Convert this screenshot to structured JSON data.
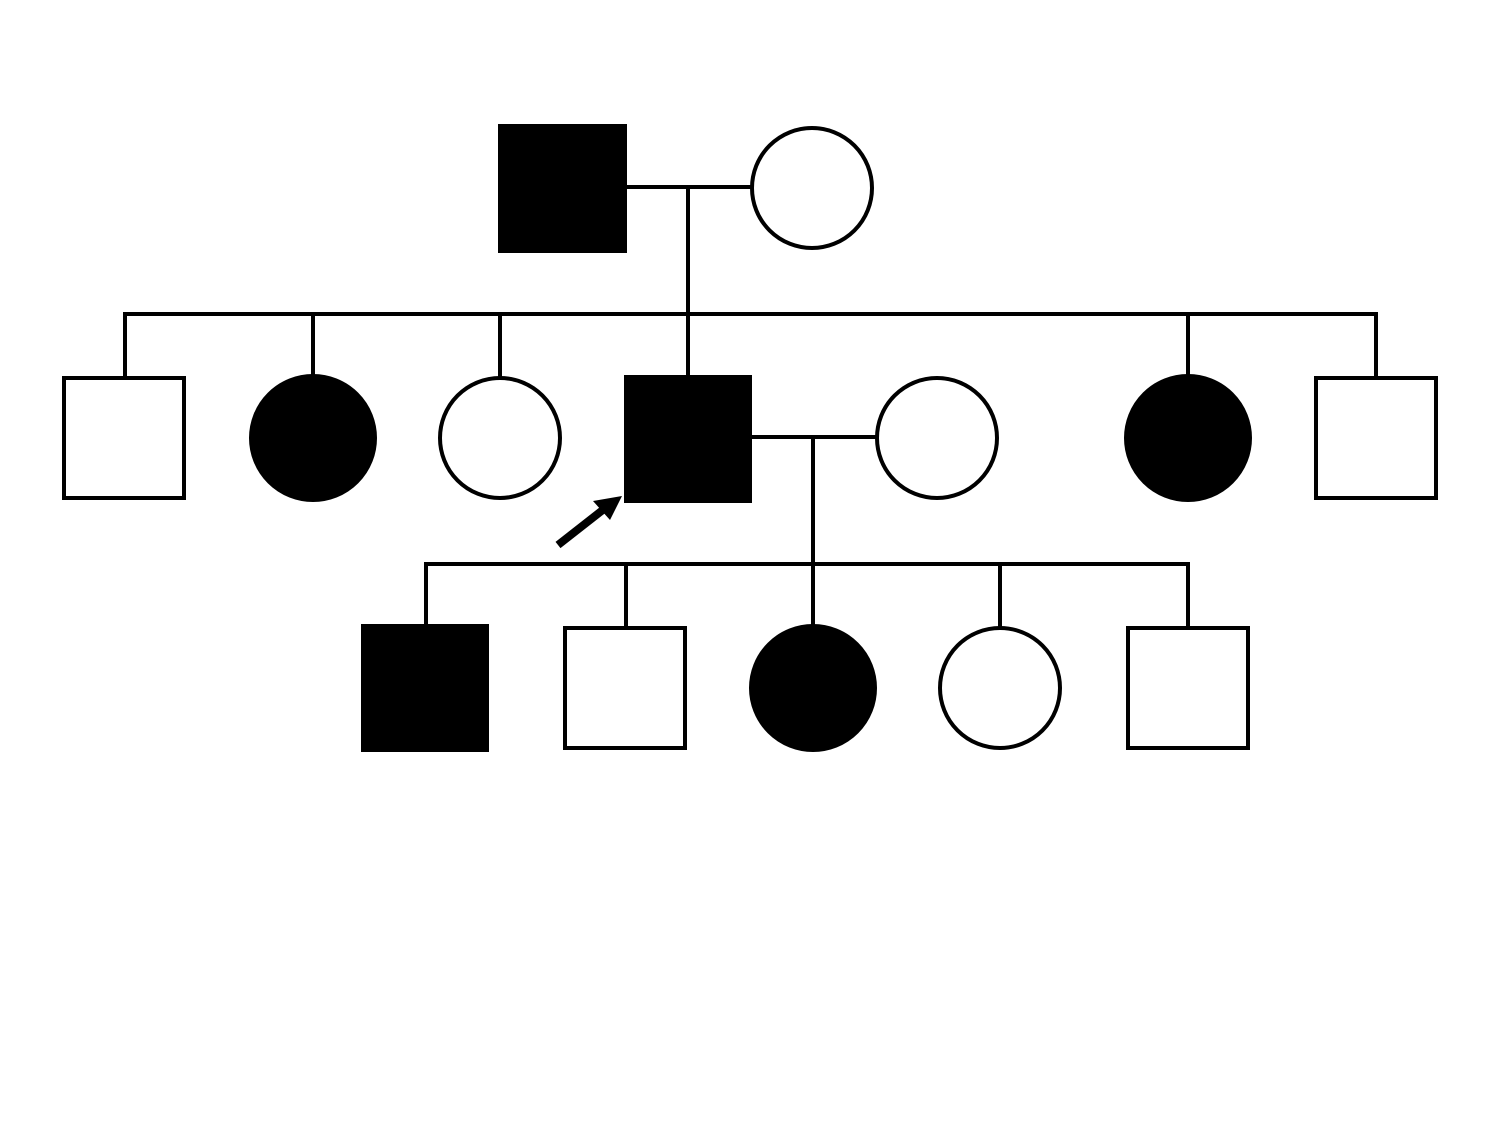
{
  "pedigree": {
    "generations": [
      {
        "members": [
          {
            "id": "I-1",
            "sex": "male",
            "affected": true
          },
          {
            "id": "I-2",
            "sex": "female",
            "affected": false
          }
        ]
      },
      {
        "members": [
          {
            "id": "II-1",
            "sex": "male",
            "affected": false
          },
          {
            "id": "II-2",
            "sex": "female",
            "affected": true
          },
          {
            "id": "II-3",
            "sex": "female",
            "affected": false
          },
          {
            "id": "II-4",
            "sex": "male",
            "affected": true,
            "proband": true
          },
          {
            "id": "II-5",
            "sex": "female",
            "affected": false,
            "married_in": true
          },
          {
            "id": "II-6",
            "sex": "female",
            "affected": true
          },
          {
            "id": "II-7",
            "sex": "male",
            "affected": false
          }
        ]
      },
      {
        "members": [
          {
            "id": "III-1",
            "sex": "male",
            "affected": true
          },
          {
            "id": "III-2",
            "sex": "male",
            "affected": false
          },
          {
            "id": "III-3",
            "sex": "female",
            "affected": true
          },
          {
            "id": "III-4",
            "sex": "female",
            "affected": false
          },
          {
            "id": "III-5",
            "sex": "male",
            "affected": false
          }
        ]
      }
    ],
    "colors": {
      "affected_fill": "#000000",
      "unaffected_fill": "#ffffff",
      "stroke": "#000000"
    }
  }
}
